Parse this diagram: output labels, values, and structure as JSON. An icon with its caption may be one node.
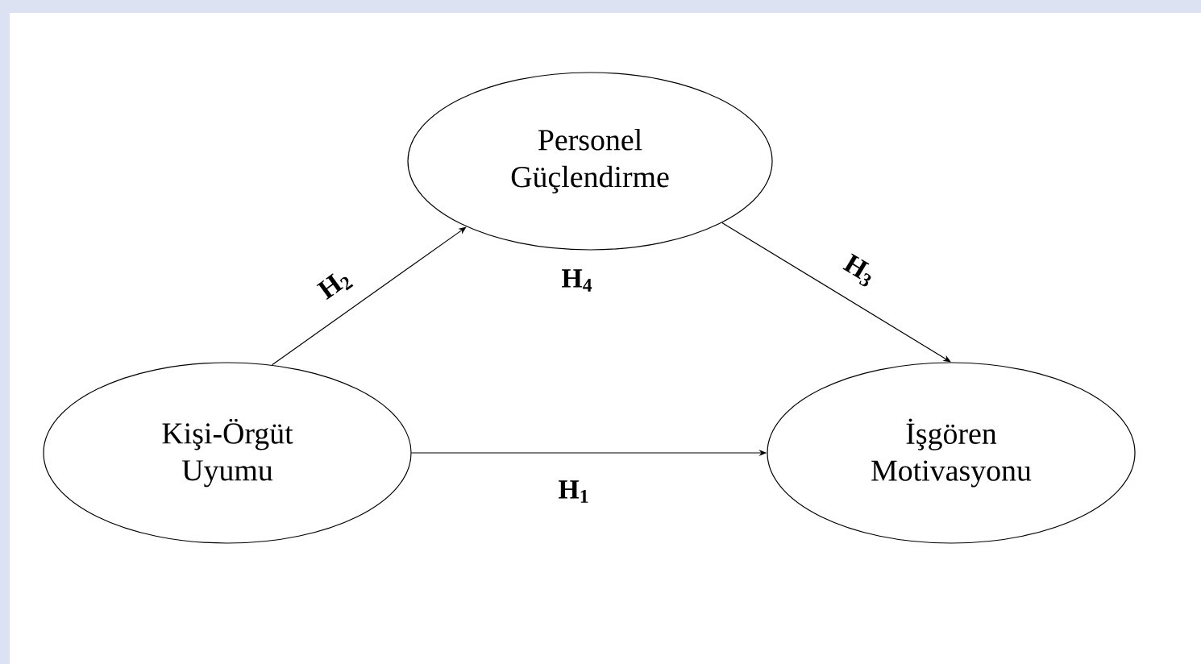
{
  "diagram": {
    "nodes": [
      {
        "text": [
          "Personel Güçlendirme"
        ]
      },
      {
        "text": [
          "Kişi-Örgüt Uyumu"
        ]
      },
      {
        "text": [
          "İşgören Motivasyonu"
        ]
      }
    ],
    "edges": [
      {
        "from": 1,
        "to": 0,
        "arrow": "to",
        "label": "H$_{2}$"
      },
      {
        "from": 0,
        "to": 2,
        "arrow": "to",
        "label": "H$_{3}$"
      },
      {
        "from": 1,
        "to": 2,
        "arrow": "to",
        "label": "H$_{1}$"
      }
    ],
    "labels": [
      "H$_{4}$"
    ]
  }
}
